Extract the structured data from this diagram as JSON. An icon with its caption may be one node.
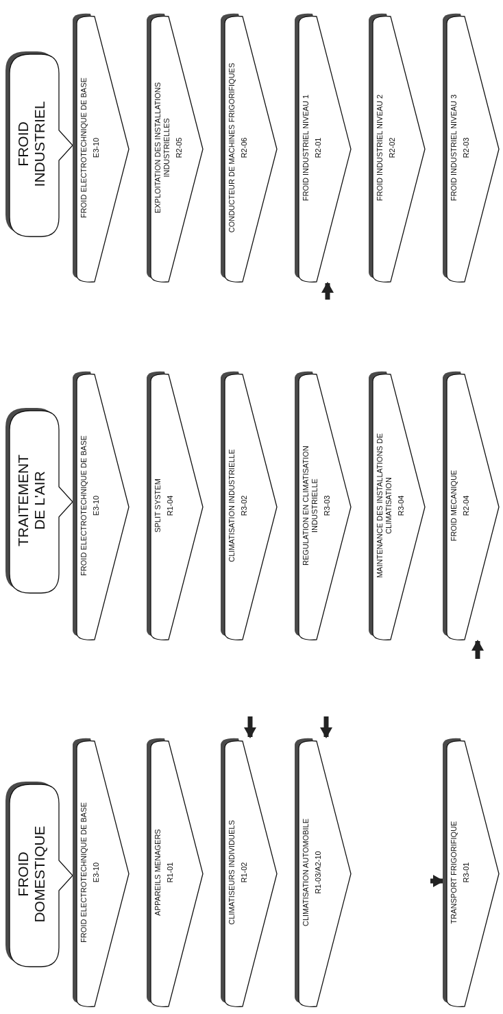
{
  "diagram": {
    "nodes": [
      {
        "text": [
          "FROID DOMESTIQUE"
        ]
      },
      {
        "text": [
          "FROID ELECTROTECHNIQUE DE BASE",
          "E3-10"
        ]
      },
      {
        "text": [
          "APPAREILS MENAGERS",
          "R1-01"
        ]
      },
      {
        "text": [
          "CLIMATISEURS INDIVIDUELS",
          "R1-02"
        ]
      },
      {
        "text": [
          "CLIMATISATION AUTOMOBILE",
          "R1-03/A2-10"
        ]
      },
      {
        "text": [
          "TRANSPORT FRIGORIFIQUE",
          "R3-01"
        ]
      },
      {
        "text": [
          "TRAITEMENT DE L'AIR"
        ]
      },
      {
        "text": [
          "FROID ELECTROTECHNIQUE DE BASE",
          "E3-10"
        ]
      },
      {
        "text": [
          "SPLIT SYSTEM",
          "R1-04"
        ]
      },
      {
        "text": [
          "CLIMATISATION INDUSTRIELLE",
          "R3-02"
        ]
      },
      {
        "text": [
          "REGULATION EN CLIMATISATION INDUSTRIELLE",
          "R3-03"
        ]
      },
      {
        "text": [
          "MAINTENANCE DES INSTALLATIONS DE CLIMATISATION",
          "R3-04"
        ]
      },
      {
        "text": [
          "FROID MECANIQUE",
          "R2-04"
        ]
      },
      {
        "text": [
          "FROID INDUSTRIEL"
        ]
      },
      {
        "text": [
          "FROID ELECTROTECHNIQUE DE BASE",
          "E3-10"
        ]
      },
      {
        "text": [
          "EXPLOITATION DES INSTALLATIONS INDUSTRIELLES",
          "R2-05"
        ]
      },
      {
        "text": [
          "CONDUCTEUR DE MACHINES FRIGORIFIQUES",
          "R2-06"
        ]
      },
      {
        "text": [
          "FROID INDUSTRIEL NIVEAU 1",
          "R2-01"
        ]
      },
      {
        "text": [
          "FROID INDUSTRIEL NIVEAU 2",
          "R2-02"
        ]
      },
      {
        "text": [
          "FROID INDUSTRIEL NIVEAU 3",
          "R2-03"
        ]
      }
    ],
    "edges": [
      {
        "from": null,
        "to": 3,
        "arrow": "to"
      },
      {
        "from": null,
        "to": 4,
        "arrow": "to"
      },
      {
        "from": null,
        "to": 5,
        "arrow": "to"
      },
      {
        "from": null,
        "to": 12,
        "arrow": "to"
      },
      {
        "from": null,
        "to": 17,
        "arrow": "to"
      }
    ]
  }
}
